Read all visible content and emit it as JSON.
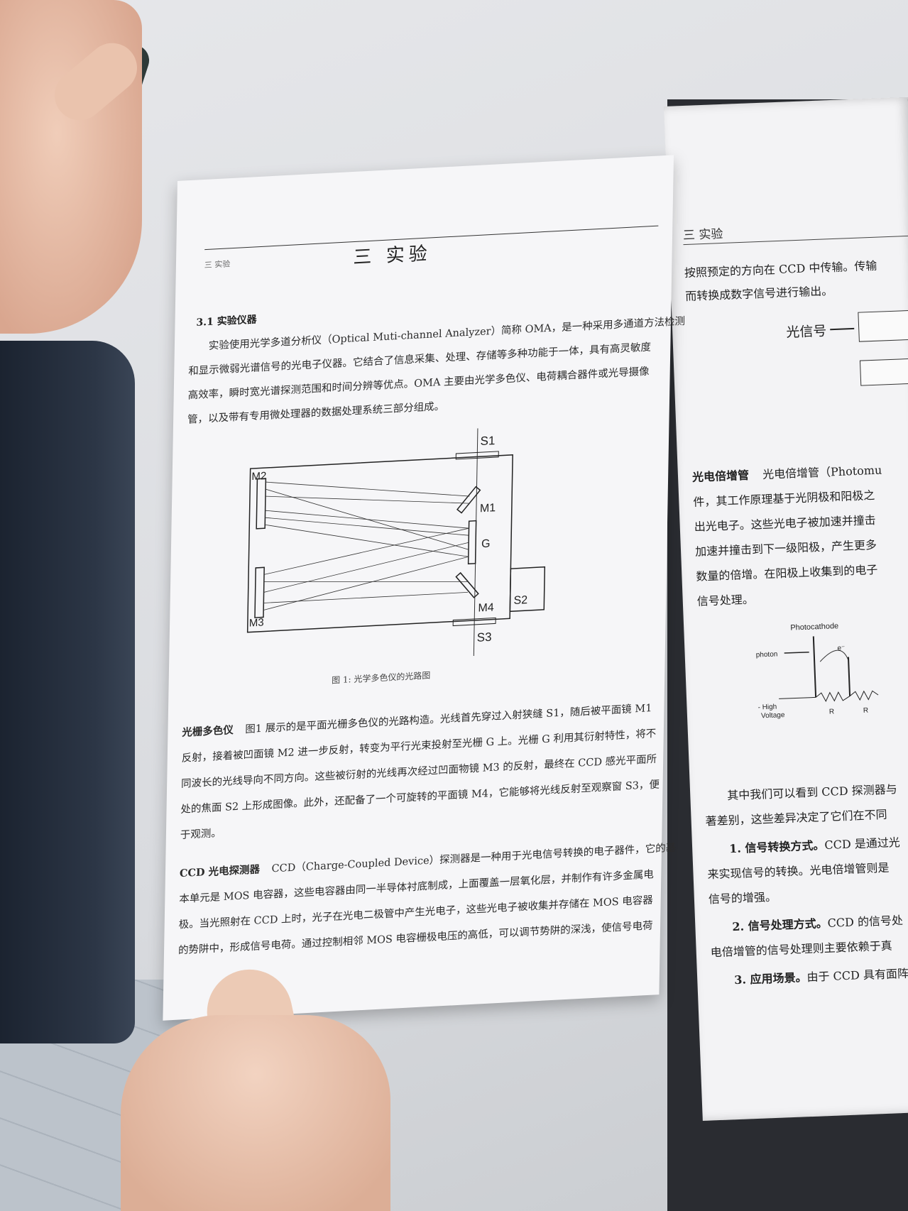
{
  "left_page": {
    "header_small": "三 实验",
    "title": "三  实验",
    "section_heading": "3.1  实验仪器",
    "intro_lines": [
      "实验使用光学多道分析仪（Optical Muti-channel Analyzer）简称 OMA，是一种采用多通道方法检测",
      "和显示微弱光谱信号的光电子仪器。它结合了信息采集、处理、存储等多种功能于一体，具有高灵敏度",
      "高效率，瞬时宽光谱探测范围和时间分辨等优点。OMA 主要由光学多色仪、电荷耦合器件或光导摄像",
      "管，以及带有专用微处理器的数据处理系统三部分组成。"
    ],
    "figure_labels": {
      "s1": "S1",
      "m2": "M2",
      "m1": "M1",
      "g": "G",
      "m3": "M3",
      "m4": "M4",
      "s2": "S2",
      "s3": "S3"
    },
    "figure_caption": "图 1: 光学多色仪的光路图",
    "grating_label": "光栅多色仪",
    "grating_lines": [
      "图1 展示的是平面光栅多色仪的光路构造。光线首先穿过入射狭缝 S1，随后被平面镜 M1",
      "反射，接着被凹面镜 M2 进一步反射，转变为平行光束投射至光栅 G 上。光栅 G 利用其衍射特性，将不",
      "同波长的光线导向不同方向。这些被衍射的光线再次经过凹面物镜 M3 的反射，最终在 CCD 感光平面所",
      "处的焦面 S2 上形成图像。此外，还配备了一个可旋转的平面镜 M4，它能够将光线反射至观察窗 S3，便",
      "于观测。"
    ],
    "ccd_label": "CCD 光电探测器",
    "ccd_lines": [
      "CCD（Charge-Coupled Device）探测器是一种用于光电信号转换的电子器件，它的基",
      "本单元是 MOS 电容器，这些电容器由同一半导体衬底制成，上面覆盖一层氧化层，并制作有许多金属电",
      "极。当光照射在 CCD 上时，光子在光电二极管中产生光电子，这些光电子被收集并存储在 MOS 电容器",
      "的势阱中，形成信号电荷。通过控制相邻 MOS 电容栅极电压的高低，可以调节势阱的深浅，使信号电荷"
    ]
  },
  "right_page": {
    "header": "三  实验",
    "top_lines": [
      "按照预定的方向在 CCD 中传输。传输",
      "而转换成数字信号进行输出。"
    ],
    "flow_label": "光信号",
    "pmt_label": "光电倍增管",
    "pmt_lines": [
      "光电倍增管（Photomu",
      "件，其工作原理基于光阴极和阳极之",
      "出光电子。这些光电子被加速并撞击",
      "加速并撞击到下一级阳极，产生更多",
      "数量的倍增。在阳极上收集到的电子",
      "信号处理。"
    ],
    "diagram": {
      "photocathode": "Photocathode",
      "photon": "photon",
      "electron": "e⁻",
      "high_voltage_1": "- High",
      "high_voltage_2": "Voltage",
      "r1": "R",
      "r2": "R"
    },
    "compare_lines": [
      "其中我们可以看到 CCD 探测器与",
      "著差别，这些差异决定了它们在不同"
    ],
    "point1_title": "1. 信号转换方式。",
    "point1_text": "CCD 是通过光",
    "point1_lines": [
      "来实现信号的转换。光电倍增管则是",
      "信号的增强。"
    ],
    "point2_title": "2. 信号处理方式。",
    "point2_text": "CCD 的信号处",
    "point2_lines": [
      "电倍增管的信号处理则主要依赖于真"
    ],
    "point3_title": "3. 应用场景。",
    "point3_text": "由于 CCD 具有面阵"
  }
}
